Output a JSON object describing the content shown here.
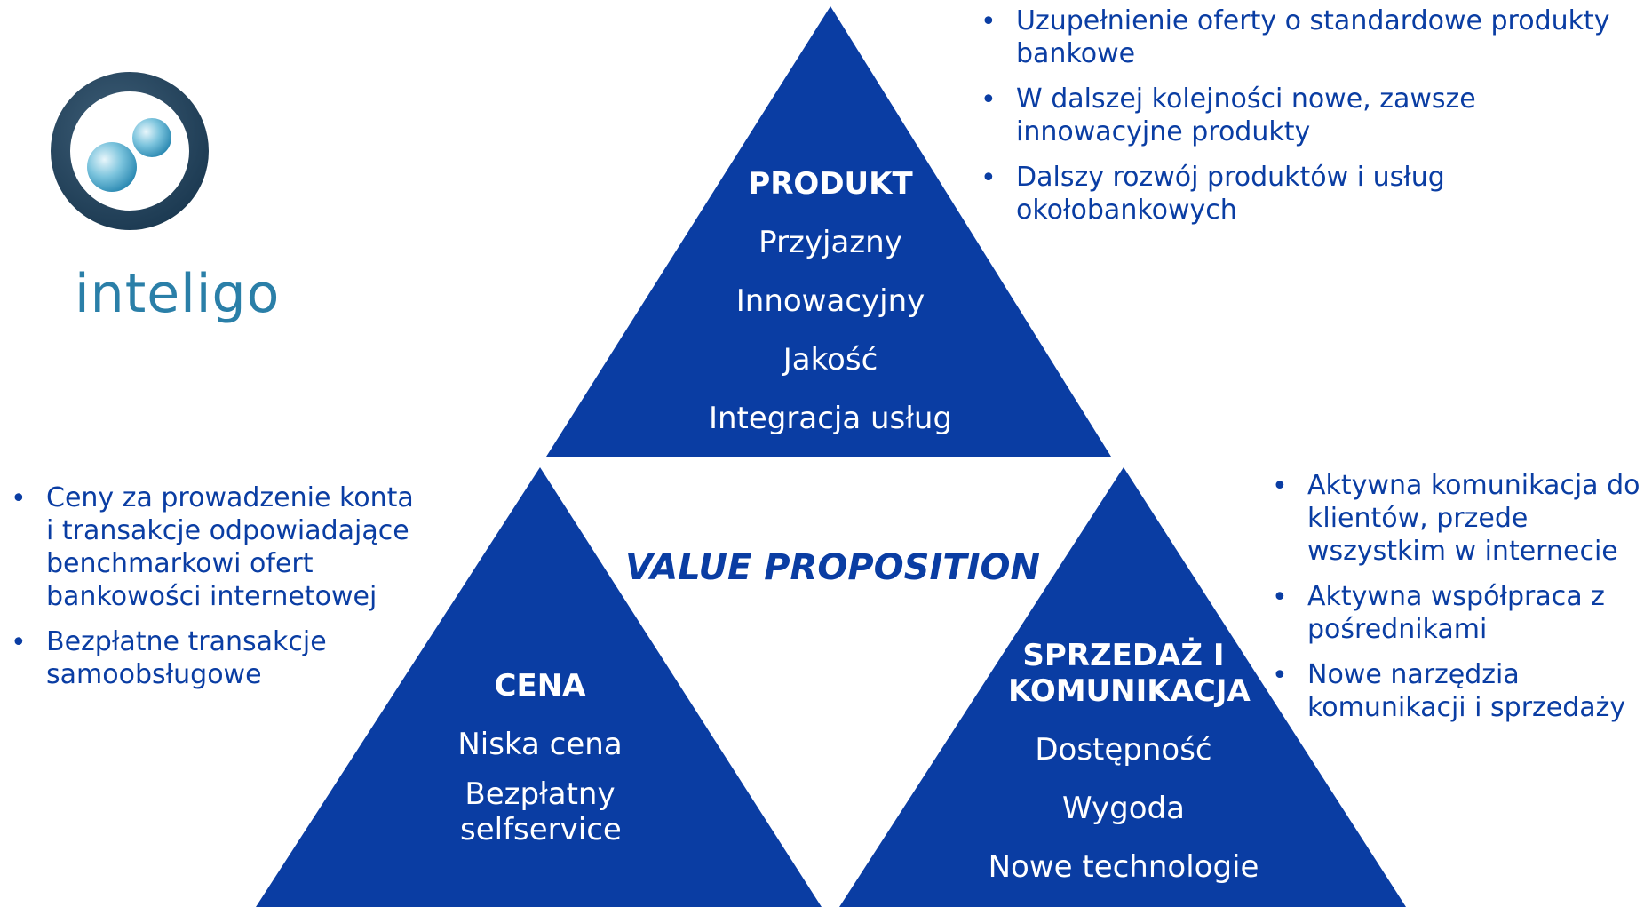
{
  "brand": {
    "name": "inteligo",
    "accent": "#0a3da3"
  },
  "triangles": {
    "top": {
      "heading": "PRODUKT",
      "items": [
        "Przyjazny",
        "Innowacyjny",
        "Jakość",
        "Integracja usług"
      ]
    },
    "left": {
      "heading": "CENA",
      "items": [
        "Niska cena",
        "Bezpłatny selfservice"
      ]
    },
    "right": {
      "heading": "SPRZEDAŻ I KOMUNIKACJA",
      "items": [
        "Dostępność",
        "Wygoda",
        "Nowe technologie"
      ]
    }
  },
  "center_label": "VALUE PROPOSITION",
  "bullets": {
    "top_right": [
      "Uzupełnienie oferty o standardowe produkty bankowe",
      "W dalszej kolejności nowe, zawsze innowacyjne produkty",
      "Dalszy rozwój produktów i usług okołobankowych"
    ],
    "left": [
      "Ceny za prowadzenie konta i transakcje odpowiadające benchmarkowi ofert bankowości internetowej",
      "Bezpłatne transakcje samoobsługowe"
    ],
    "right": [
      "Aktywna komunikacja do klientów, przede wszystkim w internecie",
      "Aktywna współpraca z pośrednikami",
      "Nowe narzędzia komunikacji i sprzedaży"
    ]
  }
}
